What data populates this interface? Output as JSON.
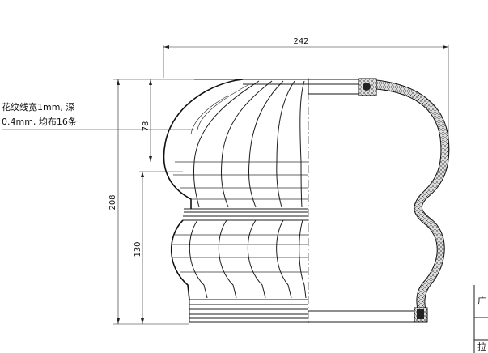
{
  "dimensions": {
    "top_width": "242",
    "overall_height": "208",
    "upper_height": "78",
    "lower_height": "130"
  },
  "note": {
    "line1": "花纹线宽1mm, 深",
    "line2": "0.4mm, 均布16条"
  },
  "corner_fragment": {
    "top": "广",
    "bottom": "拉"
  },
  "colors": {
    "ink": "#111111",
    "section_fill": "#cccccc",
    "seal_fill": "#222222"
  }
}
